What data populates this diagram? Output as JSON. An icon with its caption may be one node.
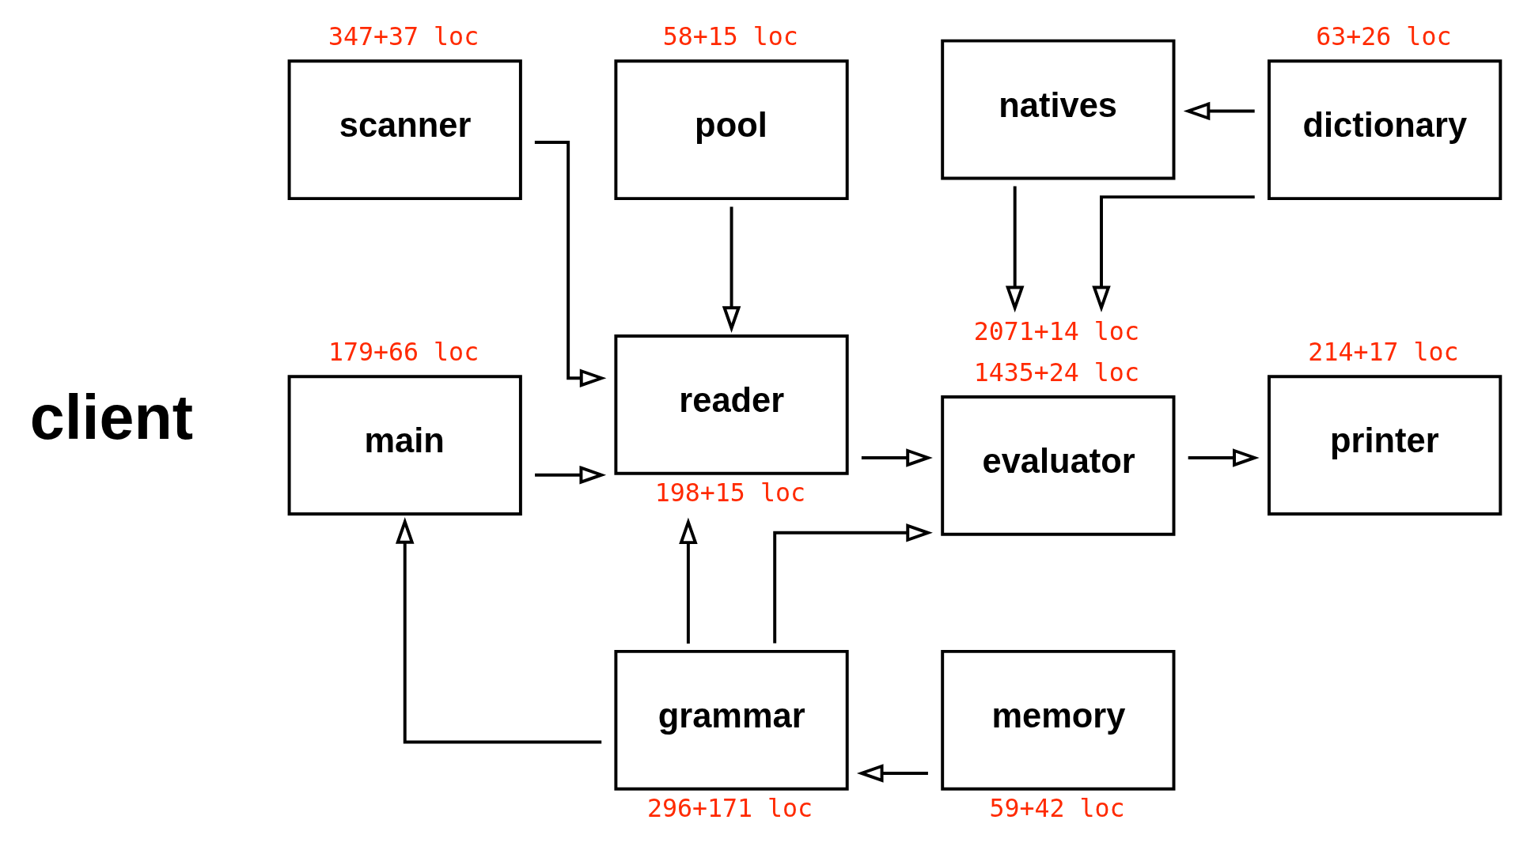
{
  "diagram": {
    "nodes": [
      {
        "text": [
          "scanner"
        ],
        "beside": [
          "347+37 loc"
        ]
      },
      {
        "text": [
          "pool"
        ],
        "beside": [
          "58+15 loc"
        ]
      },
      {
        "text": [
          "natives"
        ]
      },
      {
        "text": [
          "dictionary"
        ],
        "beside": [
          "63+26 loc"
        ]
      },
      {
        "text": [
          "main"
        ],
        "beside": [
          "179+66 loc"
        ]
      },
      {
        "text": [
          "reader"
        ],
        "beside": [
          "198+15 loc"
        ]
      },
      {
        "text": [
          "evaluator"
        ],
        "beside": [
          "2071+14 loc",
          "1435+24 loc"
        ]
      },
      {
        "text": [
          "printer"
        ],
        "beside": [
          "214+17 loc"
        ]
      },
      {
        "text": [
          "grammar"
        ],
        "beside": [
          "296+171 loc"
        ]
      },
      {
        "text": [
          "memory"
        ],
        "beside": [
          "59+42 loc"
        ]
      }
    ],
    "edges": [
      {
        "from": 3,
        "to": 2,
        "arrow": "to"
      },
      {
        "from": 0,
        "to": 5,
        "arrow": "to"
      },
      {
        "from": 1,
        "to": 5,
        "arrow": "to"
      },
      {
        "from": 2,
        "to": 6,
        "arrow": "to"
      },
      {
        "from": 3,
        "to": 6,
        "arrow": "to"
      },
      {
        "from": 4,
        "to": 5,
        "arrow": "to"
      },
      {
        "from": 5,
        "to": 6,
        "arrow": "to"
      },
      {
        "from": 6,
        "to": 7,
        "arrow": "to"
      },
      {
        "from": 8,
        "to": 5,
        "arrow": "to"
      },
      {
        "from": 8,
        "to": 6,
        "arrow": "to"
      },
      {
        "from": 8,
        "to": 4,
        "arrow": "to"
      },
      {
        "from": 9,
        "to": 8,
        "arrow": "to"
      }
    ],
    "labels": [
      "client"
    ]
  }
}
